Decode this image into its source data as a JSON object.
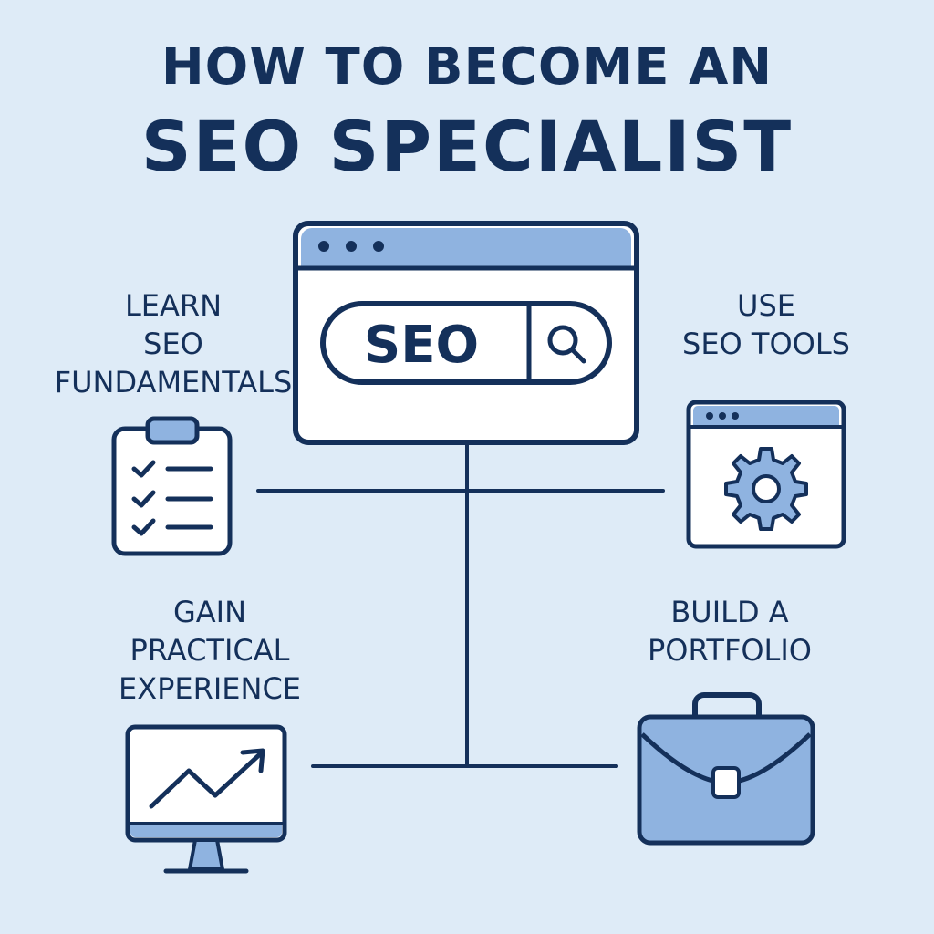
{
  "title": {
    "line1": "HOW TO BECOME AN",
    "line2": "SEO SPECIALIST"
  },
  "center": {
    "search_text": "SEO",
    "icons": [
      "browser-window-icon",
      "search-icon"
    ]
  },
  "steps": [
    {
      "id": "learn",
      "lines": [
        "LEARN",
        "SEO",
        "FUNDAMENTALS"
      ],
      "icon": "clipboard-checklist-icon"
    },
    {
      "id": "tools",
      "lines": [
        "USE",
        "SEO TOOLS"
      ],
      "icon": "browser-gear-icon"
    },
    {
      "id": "gain",
      "lines": [
        "GAIN",
        "PRACTICAL",
        "EXPERIENCE"
      ],
      "icon": "monitor-chart-icon"
    },
    {
      "id": "build",
      "lines": [
        "BUILD A",
        "PORTFOLIO"
      ],
      "icon": "briefcase-icon"
    }
  ],
  "colors": {
    "background": "#deebf7",
    "navy": "#14305a",
    "accent": "#8fb3e0",
    "white": "#ffffff"
  }
}
